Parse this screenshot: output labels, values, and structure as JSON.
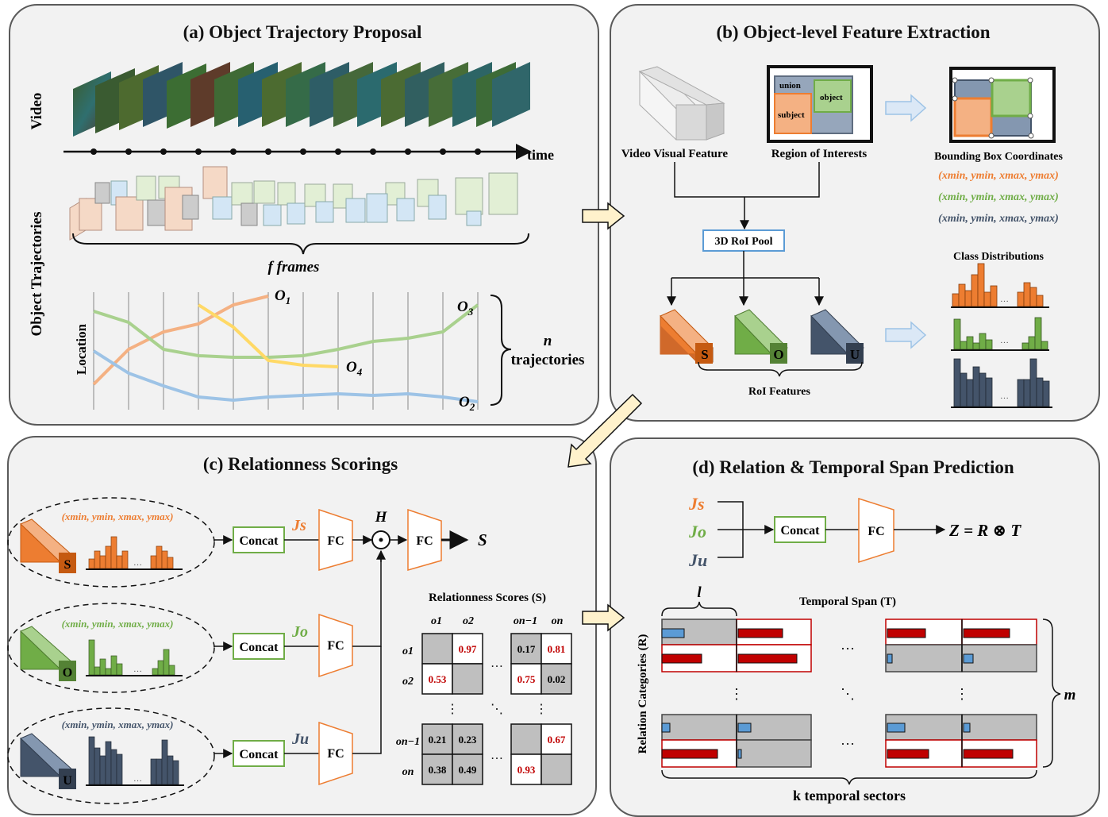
{
  "panel_a": {
    "title": "(a) Object Trajectory Proposal",
    "video_label": "Video",
    "time_label": "time",
    "traj_label": "Object Trajectories",
    "frames_label": "f frames",
    "location_label": "Location",
    "n_label": "n",
    "trajectories_label": "trajectories",
    "o1": "O",
    "o2": "O",
    "o3": "O",
    "o4": "O",
    "s1": "1",
    "s2": "2",
    "s3": "3",
    "s4": "4"
  },
  "panel_b": {
    "title": "(b) Object-level Feature Extraction",
    "video_feature": "Video Visual Feature",
    "roi": "Region of Interests",
    "union": "union",
    "object": "object",
    "subject": "subject",
    "bbox_title": "Bounding Box Coordinates",
    "bbox_text": "(xmin, ymin, xmax, ymax)",
    "roi_pool": "3D RoI Pool",
    "class_dist": "Class Distributions",
    "roi_features": "RoI Features",
    "s": "S",
    "o": "O",
    "u": "U"
  },
  "panel_c": {
    "title": "(c) Relationness Scorings",
    "concat": "Concat",
    "fc": "FC",
    "js": "Js",
    "jo": "Jo",
    "ju": "Ju",
    "h": "H",
    "s_out": "S",
    "scores_title": "Relationness Scores (S)",
    "col_headers": [
      "o1",
      "o2",
      "on−1",
      "on"
    ],
    "row_headers": [
      "o1",
      "o2",
      "on−1",
      "on"
    ],
    "tl": [
      "",
      "0.97",
      "0.53",
      ""
    ],
    "tr": [
      "0.17",
      "0.81",
      "0.75",
      "0.02"
    ],
    "bl": [
      "0.21",
      "0.23",
      "0.38",
      "0.49"
    ],
    "br": [
      "",
      "0.67",
      "0.93",
      ""
    ]
  },
  "panel_d": {
    "title": "(d) Relation  & Temporal Span Prediction",
    "js": "Js",
    "jo": "Jo",
    "ju": "Ju",
    "concat": "Concat",
    "fc": "FC",
    "z": "Z = R ⊗ T",
    "temporal_span": "Temporal Span (T)",
    "relation_categories": "Relation Categories (R)",
    "l": "l",
    "m": "m",
    "k_sectors": "k temporal sectors"
  },
  "colors": {
    "subject": "#ed7d31",
    "object": "#70ad47",
    "union": "#44546a",
    "score_red": "#c00000",
    "panel_bg": "#f2f2f2",
    "bar_red": "#c00000",
    "bar_blue": "#5b9bd5"
  }
}
